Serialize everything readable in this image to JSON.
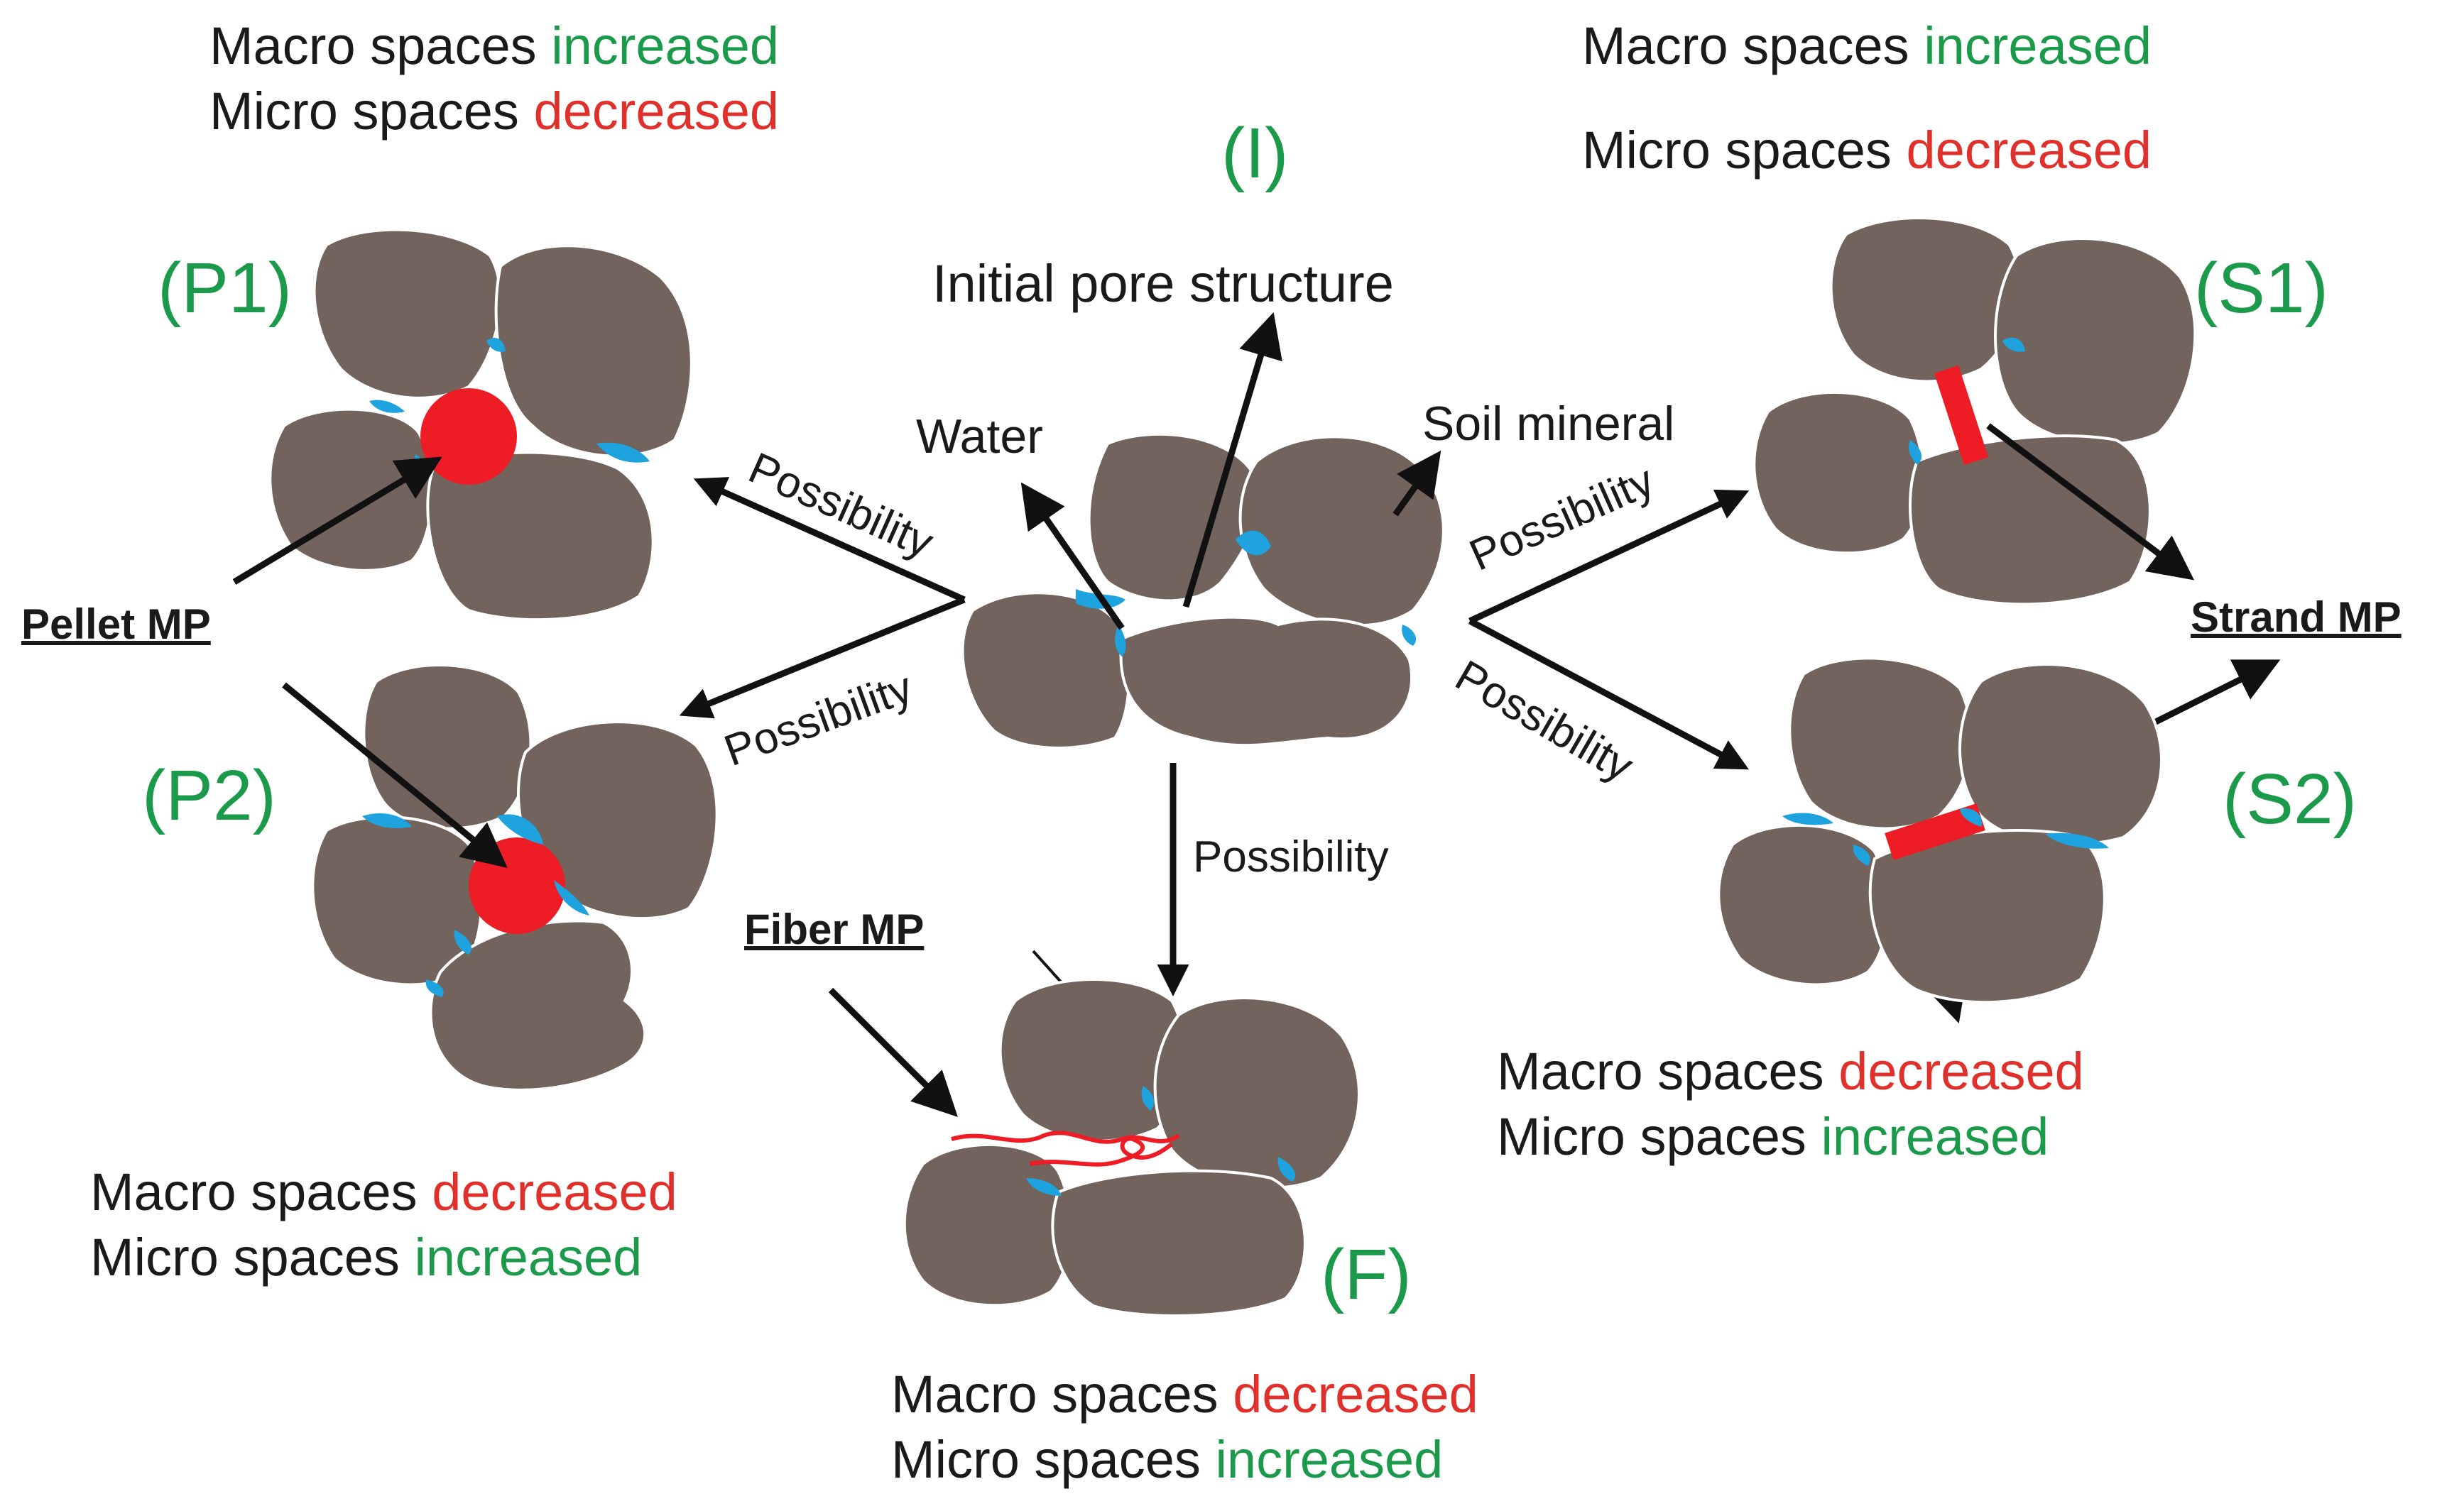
{
  "panels": {
    "I": {
      "id": "(I)",
      "title": "Initial pore structure"
    },
    "P1": {
      "id": "(P1)"
    },
    "P2": {
      "id": "(P2)"
    },
    "S1": {
      "id": "(S1)"
    },
    "S2": {
      "id": "(S2)"
    },
    "F": {
      "id": "(F)"
    }
  },
  "labels": {
    "water": "Water",
    "soil_mineral": "Soil mineral",
    "pellet_mp": "Pellet MP",
    "strand_mp": "Strand MP",
    "fiber_mp": "Fiber MP",
    "possibility": "Possibility"
  },
  "outcomes": {
    "P1": {
      "macro": "Macro spaces ",
      "macro_state": "increased",
      "micro": "Micro spaces ",
      "micro_state": "decreased"
    },
    "S1": {
      "macro": "Macro spaces ",
      "macro_state": "increased",
      "micro": "Micro spaces ",
      "micro_state": "decreased"
    },
    "P2": {
      "macro": "Macro spaces ",
      "macro_state": "decreased",
      "micro": "Micro spaces ",
      "micro_state": "increased"
    },
    "S2": {
      "macro": "Macro spaces ",
      "macro_state": "decreased",
      "micro": "Micro spaces ",
      "micro_state": "increased"
    },
    "F": {
      "macro": "Macro spaces ",
      "macro_state": "decreased",
      "micro": "Micro spaces ",
      "micro_state": "increased"
    }
  },
  "colors": {
    "soil_particle": "#72635d",
    "water": "#1fa3df",
    "microplastic": "#ee1c24",
    "increased": "#1a9a4a",
    "decreased": "#e0302b",
    "panel_id": "#1a9a4a"
  }
}
